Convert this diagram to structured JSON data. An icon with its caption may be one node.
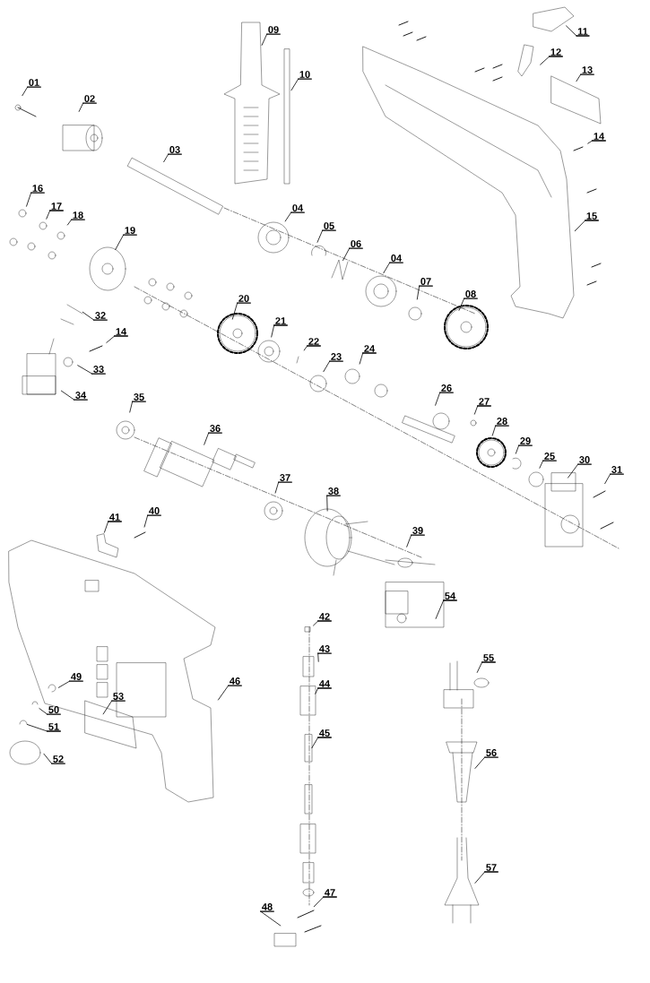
{
  "diagram": {
    "nodes": [
      {
        "text": [
          "01"
        ]
      },
      {
        "text": [
          "02"
        ]
      },
      {
        "text": [
          "03"
        ]
      },
      {
        "text": [
          "09"
        ]
      },
      {
        "text": [
          "10"
        ]
      },
      {
        "text": [
          "11"
        ]
      },
      {
        "text": [
          "12"
        ]
      },
      {
        "text": [
          "13"
        ]
      },
      {
        "text": [
          "14"
        ]
      },
      {
        "text": [
          "15"
        ]
      },
      {
        "text": [
          "04"
        ]
      },
      {
        "text": [
          "05"
        ]
      },
      {
        "text": [
          "06"
        ]
      },
      {
        "text": [
          "04"
        ]
      },
      {
        "text": [
          "07"
        ]
      },
      {
        "text": [
          "08"
        ]
      },
      {
        "text": [
          "16"
        ]
      },
      {
        "text": [
          "17"
        ]
      },
      {
        "text": [
          "18"
        ]
      },
      {
        "text": [
          "19"
        ]
      },
      {
        "text": [
          "32"
        ]
      },
      {
        "text": [
          "20"
        ]
      },
      {
        "text": [
          "21"
        ]
      },
      {
        "text": [
          "22"
        ]
      },
      {
        "text": [
          "23"
        ]
      },
      {
        "text": [
          "24"
        ]
      },
      {
        "text": [
          "26"
        ]
      },
      {
        "text": [
          "27"
        ]
      },
      {
        "text": [
          "28"
        ]
      },
      {
        "text": [
          "29"
        ]
      },
      {
        "text": [
          "25"
        ]
      },
      {
        "text": [
          "30"
        ]
      },
      {
        "text": [
          "31"
        ]
      },
      {
        "text": [
          "14"
        ]
      },
      {
        "text": [
          "33"
        ]
      },
      {
        "text": [
          "34"
        ]
      },
      {
        "text": [
          "35"
        ]
      },
      {
        "text": [
          "36"
        ]
      },
      {
        "text": [
          "37"
        ]
      },
      {
        "text": [
          "38"
        ]
      },
      {
        "text": [
          "39"
        ]
      },
      {
        "text": [
          "40"
        ]
      },
      {
        "text": [
          "41"
        ]
      },
      {
        "text": [
          "54"
        ]
      },
      {
        "text": [
          "42"
        ]
      },
      {
        "text": [
          "43"
        ]
      },
      {
        "text": [
          "44"
        ]
      },
      {
        "text": [
          "45"
        ]
      },
      {
        "text": [
          "46"
        ]
      },
      {
        "text": [
          "49"
        ]
      },
      {
        "text": [
          "50"
        ]
      },
      {
        "text": [
          "51"
        ]
      },
      {
        "text": [
          "52"
        ]
      },
      {
        "text": [
          "53"
        ]
      },
      {
        "text": [
          "55"
        ]
      },
      {
        "text": [
          "56"
        ]
      },
      {
        "text": [
          "47"
        ]
      },
      {
        "text": [
          "48"
        ]
      },
      {
        "text": [
          "57"
        ]
      }
    ],
    "edges": [
      {
        "from": 0,
        "to": null,
        "arrow": "none"
      },
      {
        "from": 1,
        "to": null,
        "arrow": "none"
      },
      {
        "from": 2,
        "to": null,
        "arrow": "none"
      },
      {
        "from": 3,
        "to": null,
        "arrow": "none"
      },
      {
        "from": 4,
        "to": null,
        "arrow": "none"
      },
      {
        "from": 5,
        "to": null,
        "arrow": "none"
      },
      {
        "from": 6,
        "to": null,
        "arrow": "none"
      },
      {
        "from": 7,
        "to": null,
        "arrow": "none"
      },
      {
        "from": 8,
        "to": null,
        "arrow": "none"
      },
      {
        "from": 9,
        "to": null,
        "arrow": "none"
      },
      {
        "from": 10,
        "to": null,
        "arrow": "none"
      },
      {
        "from": 11,
        "to": null,
        "arrow": "none"
      },
      {
        "from": 12,
        "to": null,
        "arrow": "none"
      },
      {
        "from": 13,
        "to": null,
        "arrow": "none"
      },
      {
        "from": 14,
        "to": null,
        "arrow": "none"
      },
      {
        "from": 15,
        "to": null,
        "arrow": "none"
      },
      {
        "from": 16,
        "to": null,
        "arrow": "none"
      },
      {
        "from": 17,
        "to": null,
        "arrow": "none"
      },
      {
        "from": 18,
        "to": null,
        "arrow": "none"
      },
      {
        "from": 19,
        "to": null,
        "arrow": "none"
      },
      {
        "from": 20,
        "to": null,
        "arrow": "none"
      },
      {
        "from": 21,
        "to": null,
        "arrow": "none"
      },
      {
        "from": 22,
        "to": null,
        "arrow": "none"
      },
      {
        "from": 23,
        "to": null,
        "arrow": "none"
      },
      {
        "from": 24,
        "to": null,
        "arrow": "none"
      },
      {
        "from": 25,
        "to": null,
        "arrow": "none"
      },
      {
        "from": 26,
        "to": null,
        "arrow": "none"
      },
      {
        "from": 27,
        "to": null,
        "arrow": "none"
      },
      {
        "from": 28,
        "to": null,
        "arrow": "none"
      },
      {
        "from": 29,
        "to": null,
        "arrow": "none"
      },
      {
        "from": 30,
        "to": null,
        "arrow": "none"
      },
      {
        "from": 31,
        "to": null,
        "arrow": "none"
      },
      {
        "from": 32,
        "to": null,
        "arrow": "none"
      },
      {
        "from": 33,
        "to": null,
        "arrow": "none"
      },
      {
        "from": 34,
        "to": null,
        "arrow": "none"
      },
      {
        "from": 35,
        "to": null,
        "arrow": "none"
      },
      {
        "from": 36,
        "to": null,
        "arrow": "none"
      },
      {
        "from": 37,
        "to": null,
        "arrow": "none"
      },
      {
        "from": 38,
        "to": null,
        "arrow": "none"
      },
      {
        "from": 39,
        "to": null,
        "arrow": "none"
      },
      {
        "from": 40,
        "to": null,
        "arrow": "none"
      },
      {
        "from": 41,
        "to": null,
        "arrow": "none"
      },
      {
        "from": 42,
        "to": null,
        "arrow": "none"
      },
      {
        "from": 43,
        "to": null,
        "arrow": "none"
      },
      {
        "from": 44,
        "to": null,
        "arrow": "none"
      },
      {
        "from": 45,
        "to": null,
        "arrow": "none"
      },
      {
        "from": 46,
        "to": null,
        "arrow": "none"
      },
      {
        "from": 47,
        "to": null,
        "arrow": "none"
      },
      {
        "from": 48,
        "to": null,
        "arrow": "none"
      },
      {
        "from": 49,
        "to": null,
        "arrow": "none"
      },
      {
        "from": 50,
        "to": null,
        "arrow": "none"
      },
      {
        "from": 51,
        "to": null,
        "arrow": "none"
      },
      {
        "from": 52,
        "to": null,
        "arrow": "none"
      },
      {
        "from": 53,
        "to": null,
        "arrow": "none"
      },
      {
        "from": 54,
        "to": null,
        "arrow": "none"
      },
      {
        "from": 55,
        "to": null,
        "arrow": "none"
      },
      {
        "from": 56,
        "to": null,
        "arrow": "none"
      },
      {
        "from": 57,
        "to": null,
        "arrow": "none"
      },
      {
        "from": 58,
        "to": null,
        "arrow": "none"
      }
    ]
  }
}
